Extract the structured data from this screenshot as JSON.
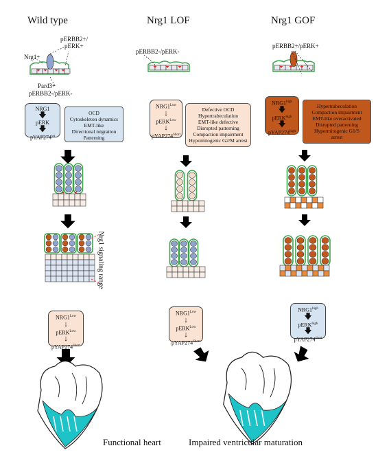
{
  "columns": {
    "wt_title": "Wild type",
    "lof_title": "Nrg1 LOF",
    "gof_title": "Nrg1 GOF"
  },
  "wt": {
    "label_nrg1": "Nrg1+",
    "label_pb2": "pERBB2+/",
    "label_perk": "pERK+",
    "label_pard3": "Pard3+",
    "label_neg": "pERBB2-/pERK-",
    "box": [
      "NRG1",
      "pERK",
      "pYAP274"
    ],
    "box_sup": "wt",
    "process": [
      "OCD",
      "Cytoskeleton dynamics",
      "EMT-like",
      "Directional migration",
      "Patterning"
    ],
    "range_label": "Nrg1 signaling range",
    "bottom_box": [
      "NRG1",
      "pERK",
      "pYAP274"
    ],
    "bottom_sups": [
      "Low",
      "Low",
      "Short"
    ],
    "caption": "Functional heart"
  },
  "lof": {
    "label_neg": "pERBB2-/pERK-",
    "box": [
      "NRG1",
      "pERK",
      "pYAP274"
    ],
    "box_sups": [
      "Low",
      "Low",
      "Short"
    ],
    "effects": [
      "Defective OCD",
      "Hypertrabeculation",
      "EMT-like defective",
      "Disrupted patterning",
      "Compaction impairment",
      "Hypomitogenic G2/M arrest"
    ],
    "bottom_box": [
      "NRG1",
      "pERK",
      "pYAP274"
    ],
    "bottom_sups": [
      "Low",
      "Low",
      "Short"
    ]
  },
  "gof": {
    "label_pos": "pERBB2+/pERK+",
    "box": [
      "NRG1",
      "pERK",
      "pYAP274"
    ],
    "box_sups": [
      "high",
      "high",
      "high"
    ],
    "effects": [
      "Hypertrabeculation",
      "Compaction impairment",
      "EMT-like overactivated",
      "Disrupted patterning",
      "Hypermitogenic G1/S",
      "arrest"
    ],
    "bottom_box": [
      "NRG1",
      "pERK",
      "pYAP274"
    ],
    "bottom_sups": [
      "high",
      "high",
      "short"
    ]
  },
  "shared_caption": "Impaired ventricular maturation",
  "colors": {
    "blue_cell": "#8fa3cf",
    "peach_cell": "#f0dcc8",
    "brown_cell": "#c0571d",
    "orange_cell": "#e98a3c",
    "green_edge": "#3aa64a",
    "teal_heart": "#1ec3c8",
    "red_marker": "#e0282b"
  }
}
